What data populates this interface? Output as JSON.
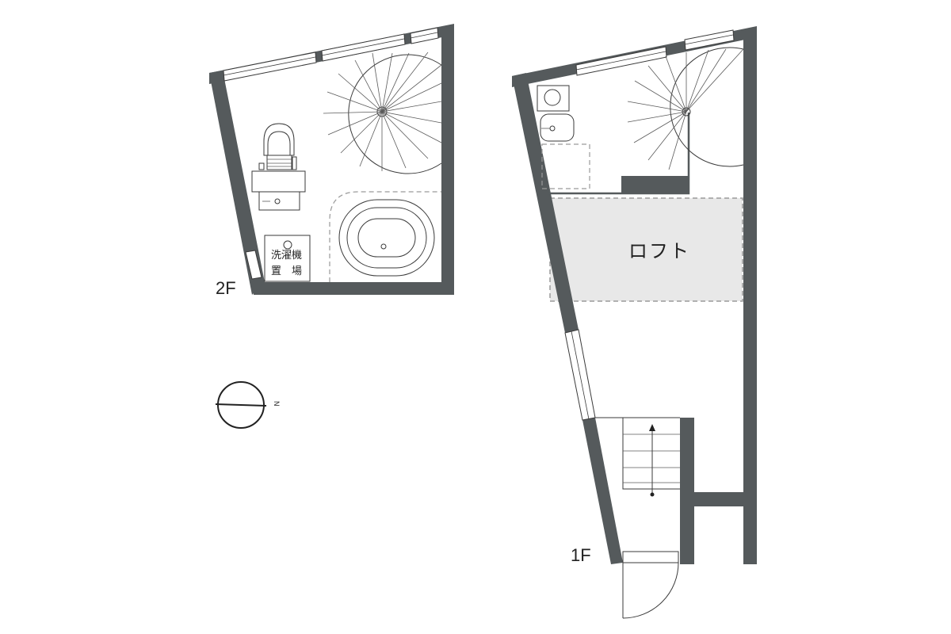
{
  "floors": {
    "second": {
      "label": "2F"
    },
    "first": {
      "label": "1F"
    }
  },
  "rooms": {
    "loft": {
      "label": "ロフト"
    },
    "washer_area": {
      "label_line1": "洗濯機",
      "label_line2": "置　場"
    }
  },
  "compass": {
    "north_label": "N"
  },
  "colors": {
    "wall": "#555a5c",
    "loft_fill": "#e8e8e8",
    "dashed": "#9a9a9a"
  }
}
